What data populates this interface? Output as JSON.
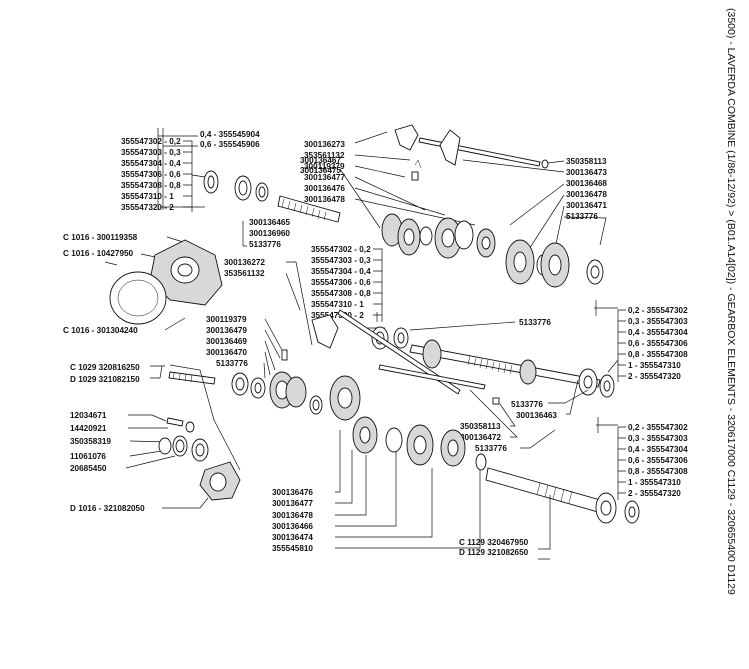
{
  "title": "(3500) - LAVERDA COMBINE (1/86-12/92) > (B01.A14[02]) - GEARBOX ELEMENTS - 320617000 C1129 - 320655400 D1129",
  "groups": {
    "shimTopLeft": [
      "355547302 - 0,2",
      "355547303 - 0,3",
      "355547304 - 0,4",
      "355547306 - 0,6",
      "355547308 - 0,8",
      "355547310 - 1",
      "355547320 - 2"
    ],
    "shimTopMid": [
      "0,4 - 355545904",
      "0,6 - 355545906"
    ],
    "shimCenter": [
      "355547302 - 0,2",
      "355547303 - 0,3",
      "355547304 - 0,4",
      "355547306 - 0,6",
      "355547308 - 0,8",
      "355547310 - 1",
      "355547320 - 2"
    ],
    "shimRightA": [
      "0,2 - 355547302",
      "0,3 - 355547303",
      "0,4 - 355547304",
      "0,6 - 355547306",
      "0,8 - 355547308",
      "1 - 355547310",
      "2 - 355547320"
    ],
    "shimRightB": [
      "0,2 - 355547302",
      "0,3 - 355547303",
      "0,4 - 355547304",
      "0,6 - 355547306",
      "0,8 - 355547308",
      "1 - 355547310",
      "2 - 355547320"
    ],
    "coverLeft": [
      "C 1016 - 300119358",
      "C 1016 - 10427950",
      "C 1016 - 301304240"
    ],
    "shaftLeft": [
      "300136467",
      "300136475"
    ],
    "shaftLeft2": [
      "300136465",
      "300136960",
      "5133776"
    ],
    "topForkLeft": [
      "300136273",
      "353561132",
      "300119379",
      "300136477",
      "300136476",
      "300136478"
    ],
    "topRight": [
      "350358113",
      "300136473",
      "300136468",
      "300136478",
      "300136471",
      "5133776"
    ],
    "midLeft": [
      "300136272",
      "353561132"
    ],
    "midGears": [
      "300119379",
      "300136479",
      "300136469",
      "300136470",
      "5133776"
    ],
    "mid5133776": [
      "5133776"
    ],
    "pinLeft": [
      "C 1029 320816250",
      "D 1029 321082150"
    ],
    "smallParts": [
      "12034671",
      "14420921",
      "350358319",
      "11061076",
      "20685450",
      "D 1016 - 321082050"
    ],
    "midShaft": [
      "5133776",
      "300136463",
      "350358113",
      "300136472",
      "5133776"
    ],
    "bottomGears": [
      "300136476",
      "300136477",
      "300136478",
      "300136466",
      "300136474",
      "355545810"
    ],
    "bottomRight": [
      "C 1129 320467950",
      "D 1129 321082650"
    ]
  }
}
